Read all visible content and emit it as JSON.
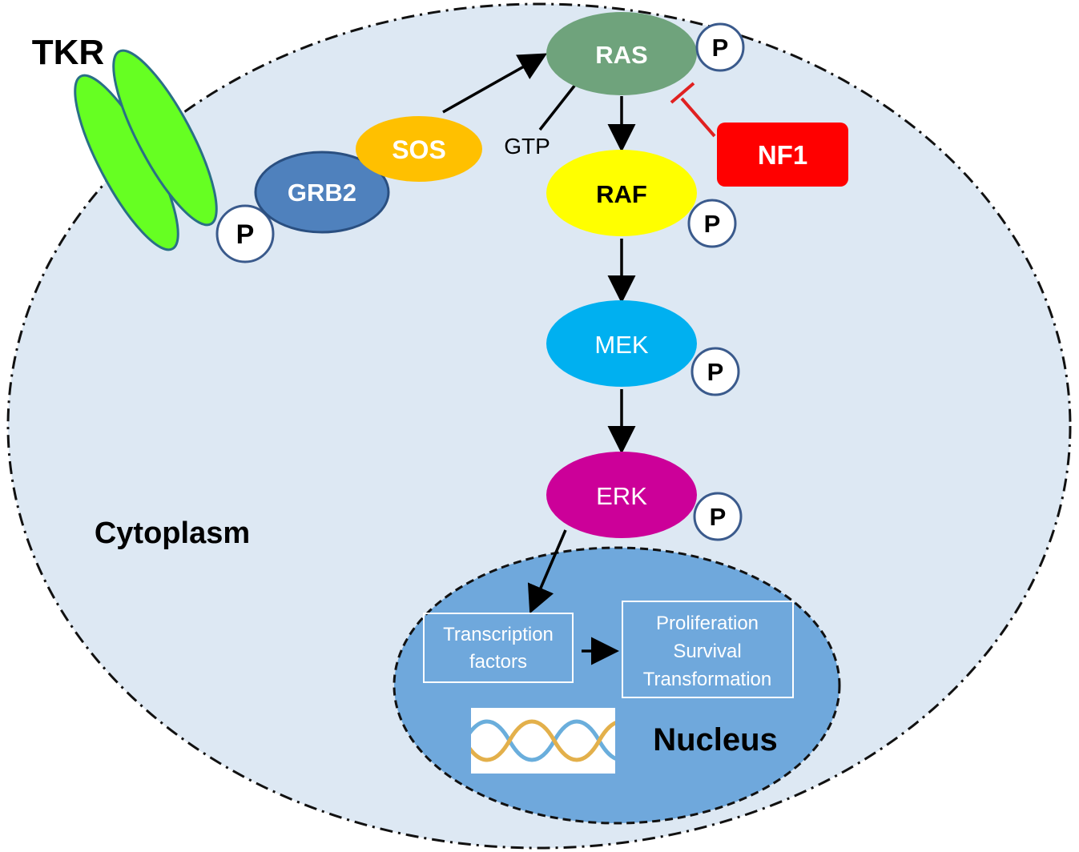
{
  "labels": {
    "tkr": "TKR",
    "cytoplasm": "Cytoplasm",
    "nucleus": "Nucleus",
    "gtp": "GTP"
  },
  "nodes": {
    "grb2": "GRB2",
    "sos": "SOS",
    "ras": "RAS",
    "raf": "RAF",
    "mek": "MEK",
    "erk": "ERK",
    "nf1": "NF1"
  },
  "phosphate": "P",
  "boxes": {
    "transcription": [
      "Transcription",
      "factors"
    ],
    "outcomes": [
      "Proliferation",
      "Survival",
      "Transformation"
    ]
  },
  "colors": {
    "cell": "#dde8f3",
    "nucleus": "#6fa8dc",
    "receptor": "#66ff22",
    "grb2": "#4f81bd",
    "sos": "#ffc000",
    "ras": "#6fa37c",
    "raf": "#ffff00",
    "mek": "#00b0f0",
    "erk": "#cc0099",
    "nf1": "#ff0000",
    "inhibition": "#e02020"
  }
}
